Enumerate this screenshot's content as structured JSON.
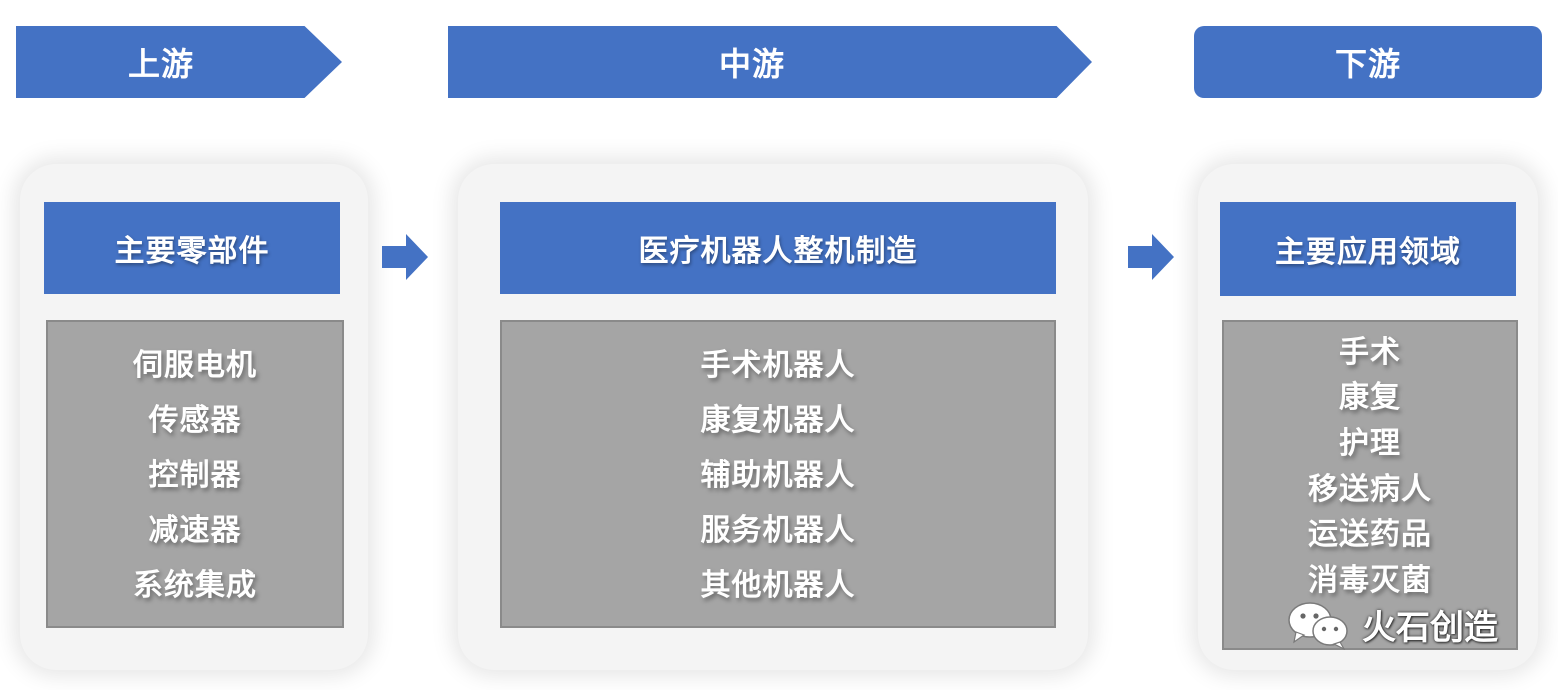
{
  "stages": [
    {
      "banner": "上游",
      "header": "主要零部件",
      "items": [
        "伺服电机",
        "传感器",
        "控制器",
        "减速器",
        "系统集成"
      ]
    },
    {
      "banner": "中游",
      "header": "医疗机器人整机制造",
      "items": [
        "手术机器人",
        "康复机器人",
        "辅助机器人",
        "服务机器人",
        "其他机器人"
      ]
    },
    {
      "banner": "下游",
      "header": "主要应用领域",
      "items": [
        "手术",
        "康复",
        "护理",
        "移送病人",
        "运送药品",
        "消毒灭菌"
      ]
    }
  ],
  "watermark": {
    "text": "火石创造",
    "icon": "wechat-icon"
  },
  "colors": {
    "blue": "#4472c4",
    "gray": "#a5a5a5",
    "panel": "#f4f4f4"
  }
}
